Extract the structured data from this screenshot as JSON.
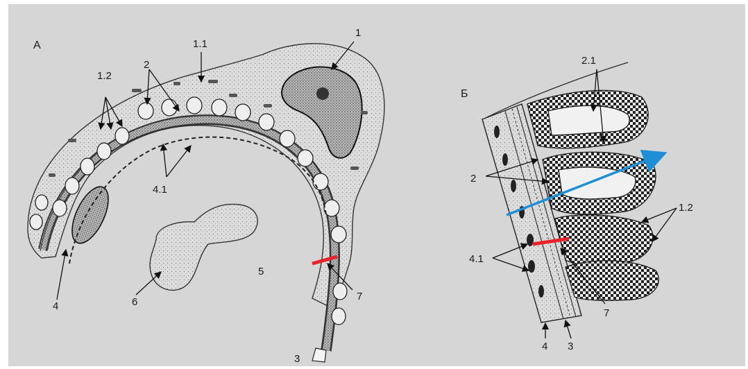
{
  "panels": {
    "a": {
      "letter": "А",
      "labels": {
        "l1": "1",
        "l1_1": "1.1",
        "l1_2": "1.2",
        "l2": "2",
        "l3": "3",
        "l4": "4",
        "l4_1": "4.1",
        "l5": "5",
        "l6": "6",
        "l7": "7"
      }
    },
    "b": {
      "letter": "Б",
      "labels": {
        "l2_1": "2.1",
        "l2": "2",
        "l1_2": "1.2",
        "l4_1": "4.1",
        "l7": "7",
        "l4": "4",
        "l3": "3"
      }
    }
  },
  "colors": {
    "background": "#d6d6d6",
    "highlight_red": "#e8232b",
    "highlight_blue": "#1e8fd6",
    "ink": "#1a1a1a"
  }
}
